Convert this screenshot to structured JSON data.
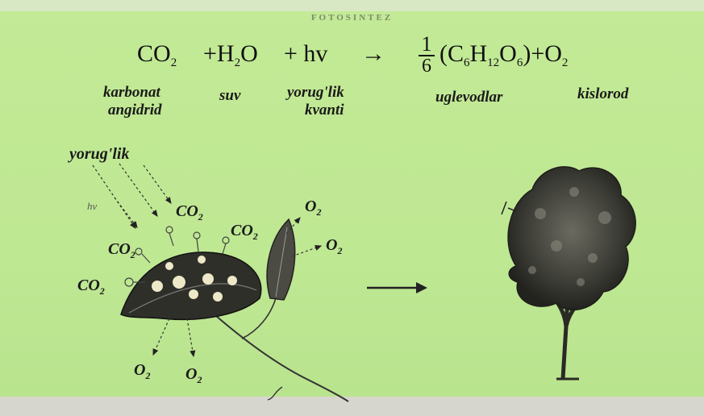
{
  "heading": "FOTOSINTEZ",
  "equation": {
    "co2": "CO",
    "co2_sub": "2",
    "h2o_plus": "+H",
    "h2o_sub": "2",
    "h2o_o": "O",
    "hv_term": "+ hv",
    "arrow": "→",
    "fraction_num": "1",
    "fraction_den": "6",
    "glucose_open": "(C",
    "glucose_c_sub": "6",
    "glucose_h": "H",
    "glucose_h_sub": "12",
    "glucose_o": "O",
    "glucose_o_sub": "6",
    "glucose_close": ")+O",
    "o2_sub": "2"
  },
  "labels": {
    "karbonat": "karbonat",
    "angidrid": "angidrid",
    "suv": "suv",
    "yorug_lik": "yorug'lik",
    "kvanti": "kvanti",
    "uglevodlar": "uglevodlar",
    "kislorod": "kislorod"
  },
  "diagram": {
    "light_label": "yorug'lik",
    "hv_label": "hv",
    "co2": "CO",
    "co2_sub": "2",
    "o2": "O",
    "o2_sub": "2",
    "arrow": "→"
  }
}
